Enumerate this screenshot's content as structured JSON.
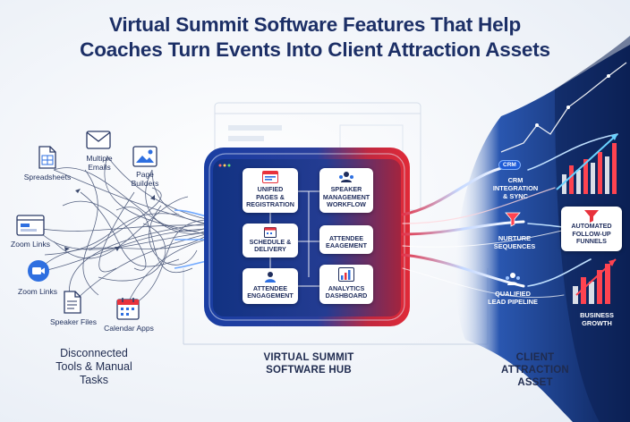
{
  "title": {
    "line1": "Virtual Summit Software Features That Help",
    "line2": "Coaches Turn Events Into Client Attraction Assets"
  },
  "left": {
    "tools": [
      {
        "id": "spreadsheets",
        "label": "Spreadsheets"
      },
      {
        "id": "emails",
        "label": "Multiple Emails"
      },
      {
        "id": "page-builders",
        "label": "Page Builders"
      },
      {
        "id": "zoom-links-1",
        "label": "Zoom Links"
      },
      {
        "id": "zoom-links-2",
        "label": "Zoom Links"
      },
      {
        "id": "speaker-files",
        "label": "Speaker Files"
      },
      {
        "id": "calendar-apps",
        "label": "Calendar Apps"
      }
    ],
    "caption": [
      "Disconnected",
      "Tools & Manual",
      "Tasks"
    ]
  },
  "hub": {
    "modules": [
      {
        "id": "unified-pages",
        "lines": [
          "UNIFIED",
          "PAGES &",
          "REGISTRATION"
        ]
      },
      {
        "id": "speaker-mgmt",
        "lines": [
          "SPEAKER",
          "MANAGEMENT",
          "WORKFLOW"
        ]
      },
      {
        "id": "schedule",
        "lines": [
          "SCHEDULE &",
          "DELIVERY"
        ]
      },
      {
        "id": "attendee-eag",
        "lines": [
          "ATTENDEE",
          "EAAGEMENT"
        ]
      },
      {
        "id": "attendee-eng",
        "lines": [
          "ATTENDEE",
          "ENGAGEMENT"
        ]
      },
      {
        "id": "analytics",
        "lines": [
          "ANALYTICS",
          "DASHBOARD"
        ]
      }
    ],
    "caption": [
      "VIRTUAL SUMMIT",
      "SOFTWARE HUB"
    ]
  },
  "right": {
    "crm_badge": "CRM",
    "crm_label": [
      "CRM",
      "INTEGRATION",
      "& SYNC"
    ],
    "nurture_label": [
      "NURTURE",
      "SEQUENCES"
    ],
    "pipeline_label": [
      "QUALIFIED",
      "LEAD PIPELINE"
    ],
    "funnels_card": [
      "AUTOMATED",
      "FOLLOW-UP",
      "FUNNELS"
    ],
    "growth_label": [
      "BUSINESS",
      "GROWTH"
    ],
    "caption": [
      "CLIENT",
      "ATTRACTION",
      "ASSET"
    ]
  },
  "colors": {
    "navy": "#1c2f66",
    "hub_blue": "#1b3f9e",
    "hub_red": "#d8283a",
    "right_dark": "#0f2a66",
    "accent_red": "#e8323c",
    "icon_blue": "#2e6fe0"
  }
}
